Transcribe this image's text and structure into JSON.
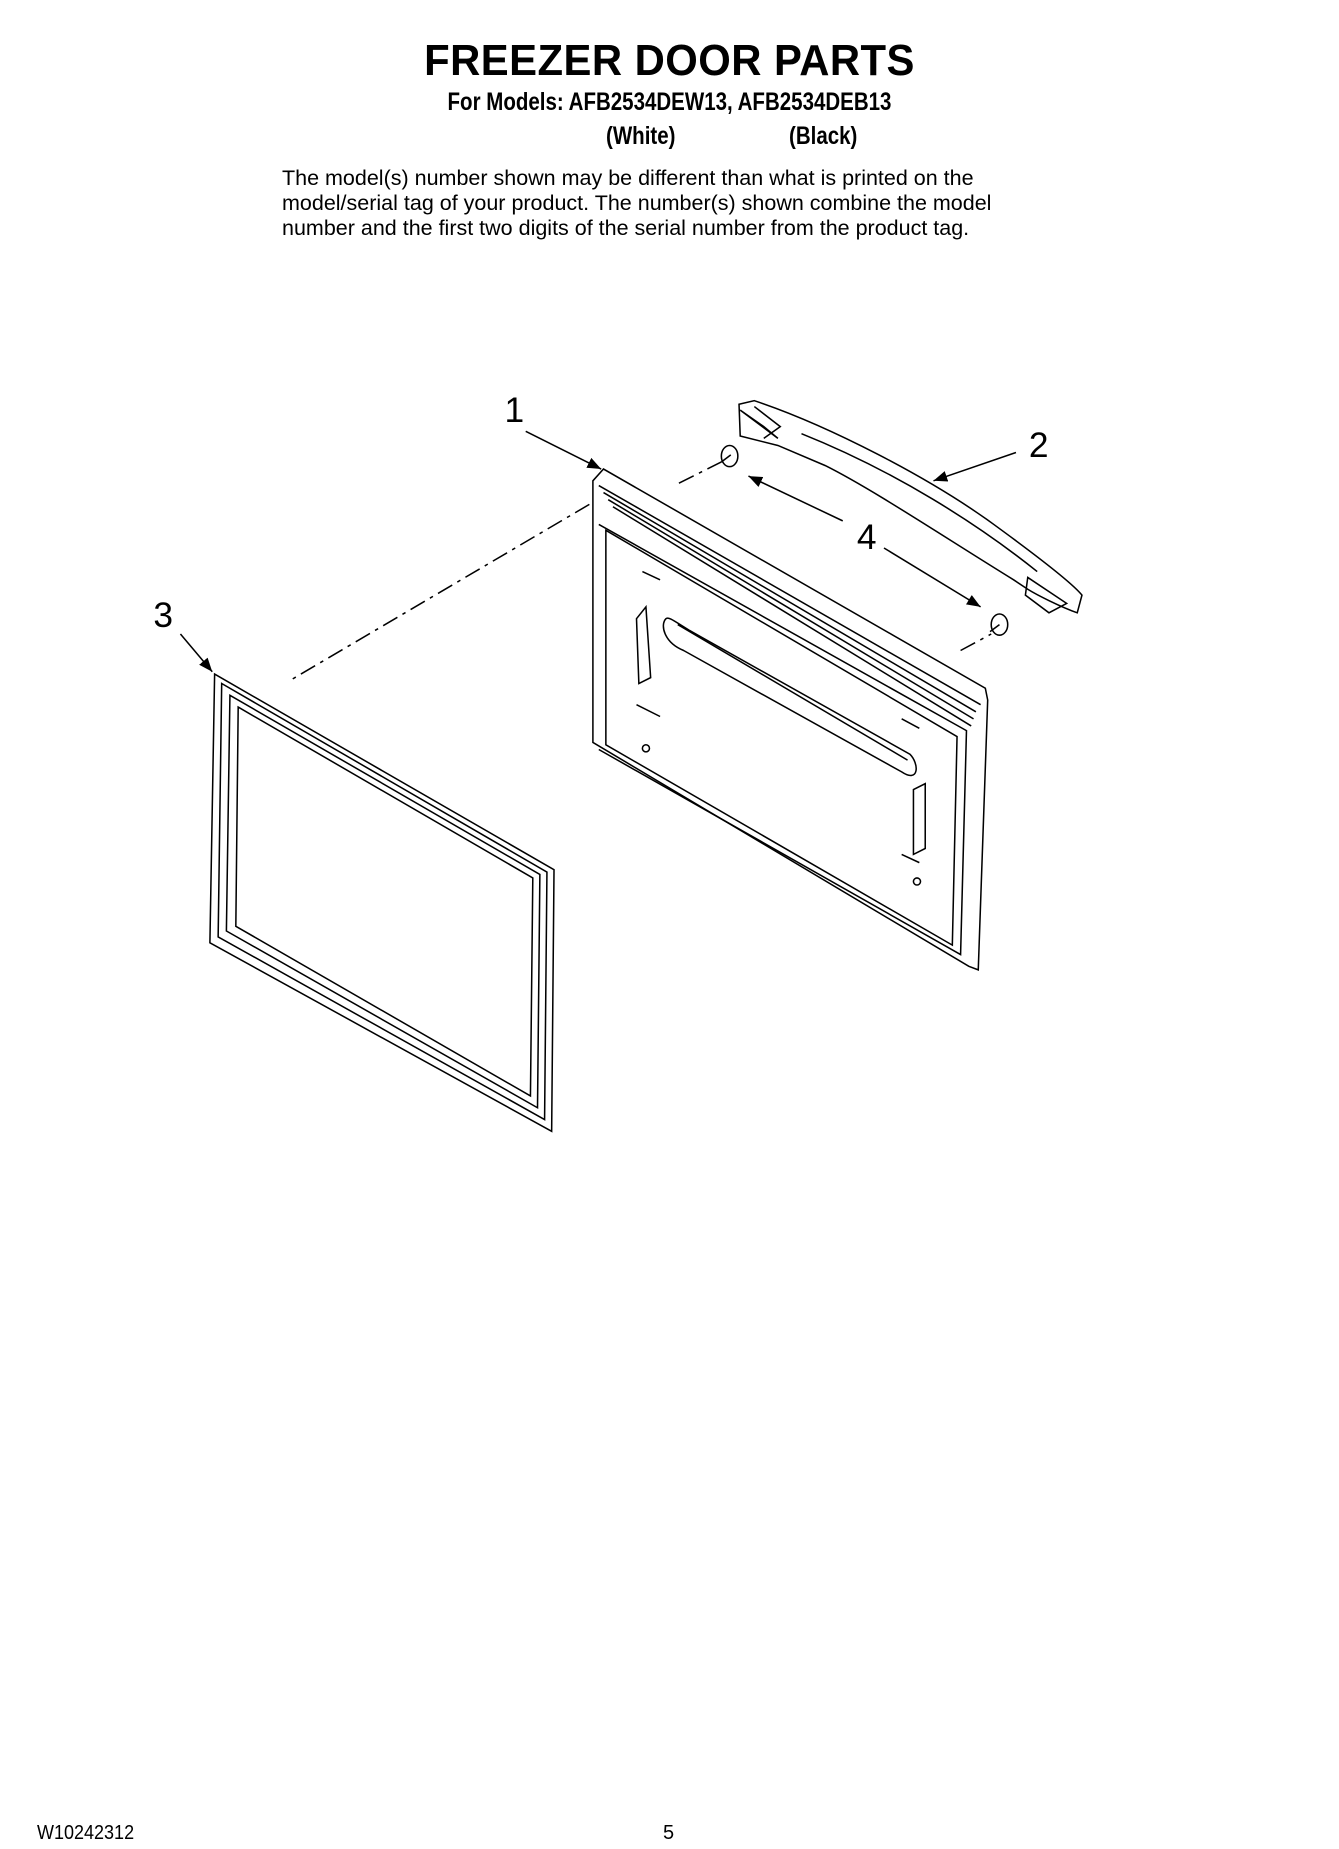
{
  "header": {
    "title": "FREEZER DOOR PARTS",
    "models_line": "For Models: AFB2534DEW13, AFB2534DEB13",
    "color_white": "(White)",
    "color_black": "(Black)"
  },
  "note": {
    "lines": [
      "The model(s) number shown may be different than what is printed on the",
      "model/serial tag of your product. The number(s) shown combine the model",
      "number and the first two digits of the serial number from the product tag."
    ]
  },
  "diagram": {
    "callouts": [
      "1",
      "2",
      "3",
      "4"
    ],
    "parts": [
      "door",
      "handle",
      "gasket",
      "screws"
    ]
  },
  "footer": {
    "doc_number": "W10242312",
    "page_number": "5"
  }
}
